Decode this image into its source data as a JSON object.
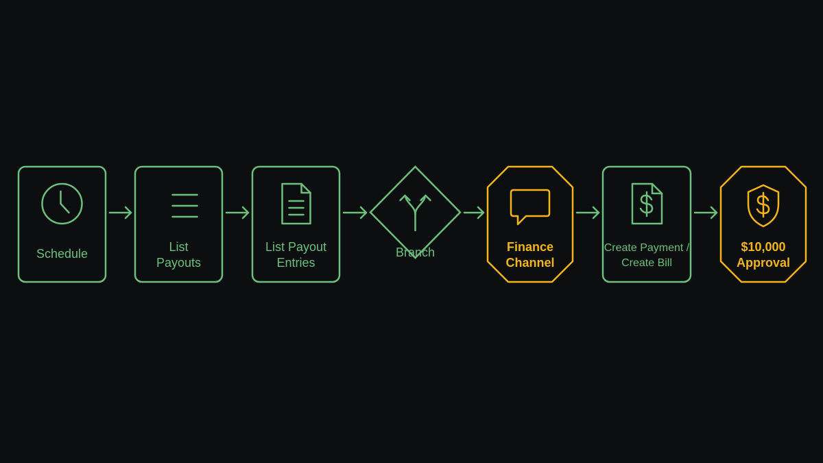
{
  "colors": {
    "background": "#0d0e10",
    "green": "#6dbf7e",
    "yellow": "#f2b51e"
  },
  "nodes": [
    {
      "id": "schedule",
      "label_lines": [
        "Schedule"
      ],
      "icon": "clock-icon",
      "shape": "rounded-rect",
      "color": "green"
    },
    {
      "id": "list-payouts",
      "label_lines": [
        "List",
        "Payouts"
      ],
      "icon": "list-icon",
      "shape": "rounded-rect",
      "color": "green"
    },
    {
      "id": "list-payout-entries",
      "label_lines": [
        "List Payout",
        "Entries"
      ],
      "icon": "document-icon",
      "shape": "rounded-rect",
      "color": "green"
    },
    {
      "id": "branch",
      "label_lines": [
        "Branch"
      ],
      "icon": "branch-icon",
      "shape": "diamond",
      "color": "green"
    },
    {
      "id": "finance-channel",
      "label_lines": [
        "Finance",
        "Channel"
      ],
      "icon": "chat-icon",
      "shape": "octagon",
      "color": "yellow"
    },
    {
      "id": "create-payment",
      "label_lines": [
        "Create Payment /",
        "Create Bill"
      ],
      "icon": "dollar-document-icon",
      "shape": "rounded-rect",
      "color": "green"
    },
    {
      "id": "approval",
      "label_lines": [
        "$10,000",
        "Approval"
      ],
      "icon": "dollar-shield-icon",
      "shape": "octagon",
      "color": "yellow"
    }
  ],
  "edges": [
    {
      "from": "schedule",
      "to": "list-payouts"
    },
    {
      "from": "list-payouts",
      "to": "list-payout-entries"
    },
    {
      "from": "list-payout-entries",
      "to": "branch"
    },
    {
      "from": "branch",
      "to": "finance-channel"
    },
    {
      "from": "finance-channel",
      "to": "create-payment"
    },
    {
      "from": "create-payment",
      "to": "approval"
    }
  ]
}
